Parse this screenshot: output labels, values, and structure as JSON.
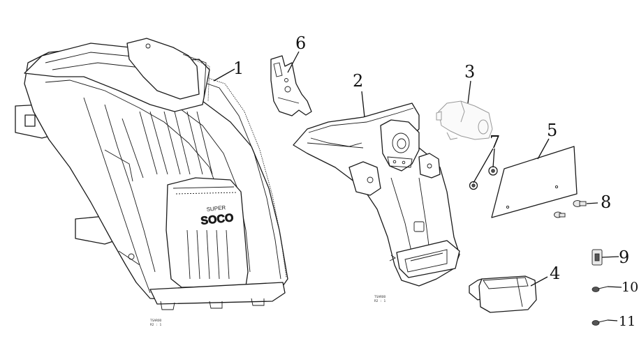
{
  "callouts": {
    "c1": "1",
    "c2": "2",
    "c3": "3",
    "c4": "4",
    "c5": "5",
    "c6": "6",
    "c7": "7",
    "c8": "8",
    "c9": "9",
    "c10": "10",
    "c11": "11"
  },
  "body_markings": {
    "brand_top": "SUPER",
    "brand_logo": "SOCO"
  },
  "drawing_codes": {
    "code_left_1": "TSAROO",
    "code_left_2": "R2 : 1",
    "code_mid_1": "TSAROO",
    "code_mid_2": "R2 : 1"
  }
}
